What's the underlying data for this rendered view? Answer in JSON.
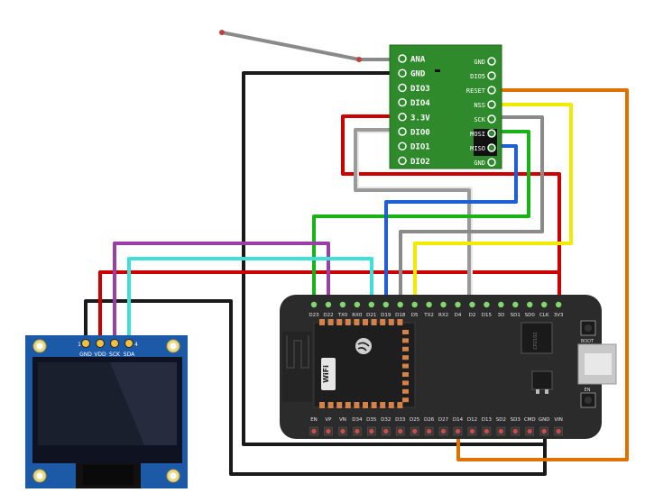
{
  "lora_module": {
    "left_pins": [
      "ANA",
      "GND",
      "DIO3",
      "DIO4",
      "3.3V",
      "DIO0",
      "DIO1",
      "DIO2"
    ],
    "right_pins": [
      "GND",
      "DIO5",
      "RESET",
      "NSS",
      "SCK",
      "MOSI",
      "MISO",
      "GND"
    ]
  },
  "esp32": {
    "top_pins": [
      "D23",
      "D22",
      "TX0",
      "RX0",
      "D21",
      "D19",
      "D18",
      "D5",
      "TX2",
      "RX2",
      "D4",
      "D2",
      "D15",
      "3D",
      "SD1",
      "SD0",
      "CLK",
      "3V3"
    ],
    "bottom_pins": [
      "EN",
      "VP",
      "VN",
      "D34",
      "D35",
      "D32",
      "D33",
      "D25",
      "D26",
      "D27",
      "D14",
      "D12",
      "D13",
      "SD2",
      "SD3",
      "CMD",
      "GND",
      "VIN"
    ],
    "chip_label": "CP2102",
    "boot_label": "BOOT",
    "en_label": "EN",
    "wifi_label": "WiFi"
  },
  "oled": {
    "pins": [
      "GND",
      "VDD",
      "SCK",
      "SDA"
    ],
    "pin_number_first": "1",
    "pin_number_last": "4"
  },
  "colors": {
    "wire_black": "#1a1a1a",
    "wire_red": "#cc0000",
    "wire_green": "#17b317",
    "wire_blue": "#1f5fd6",
    "wire_gray": "#8a8a8a",
    "wire_white": "#e8e8e8",
    "wire_yellow": "#f2ea00",
    "wire_orange": "#e07000",
    "wire_purple": "#9a3fa6",
    "wire_cyan": "#3fe0d8",
    "lora_board": "#2e8a2a",
    "esp_board": "#2b2b2b",
    "oled_board": "#1c5aa8",
    "oled_screen": "#1a1f2e"
  }
}
